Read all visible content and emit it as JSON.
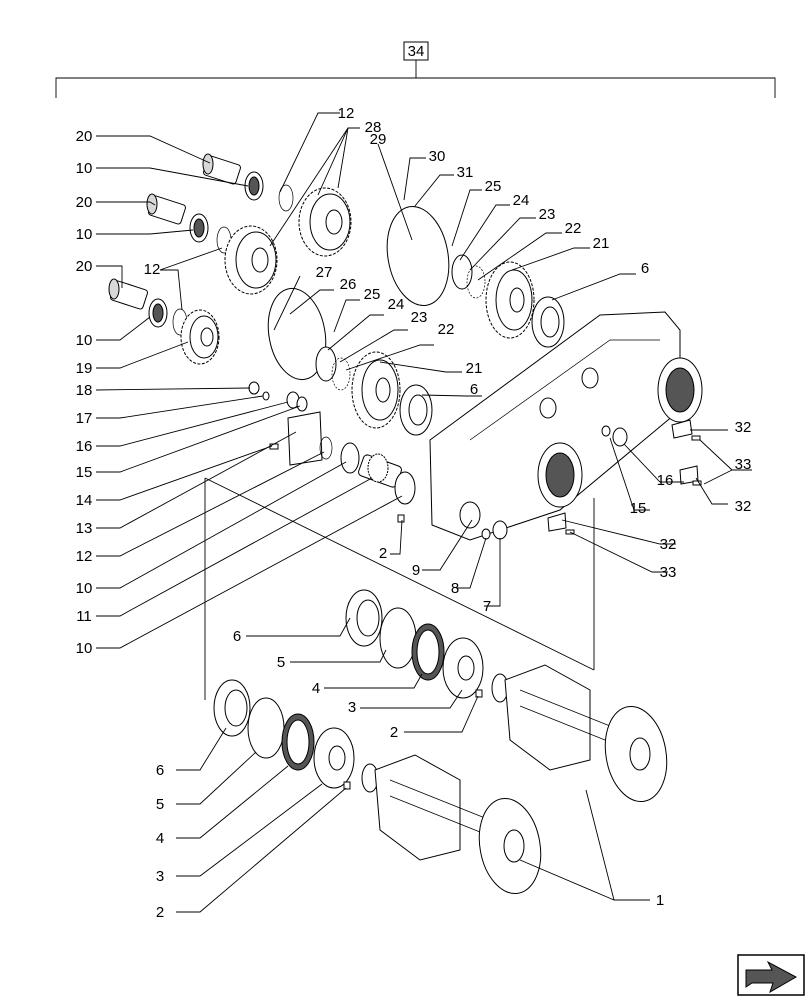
{
  "assembly_label": "34",
  "callouts": {
    "c20a": "20",
    "c10a": "10",
    "c20b": "20",
    "c10b": "10",
    "c20c": "20",
    "c10c": "10",
    "c19": "19",
    "c18": "18",
    "c17": "17",
    "c16a": "16",
    "c15a": "15",
    "c14": "14",
    "c13": "13",
    "c12c": "12",
    "c10d": "10",
    "c11": "11",
    "c10e": "10",
    "c12a": "12",
    "c28": "28",
    "c12b": "12",
    "c29": "29",
    "c30": "30",
    "c31": "31",
    "c25a": "25",
    "c24a": "24",
    "c23a": "23",
    "c22a": "22",
    "c21a": "21",
    "c6a": "6",
    "c27": "27",
    "c26": "26",
    "c25b": "25",
    "c24b": "24",
    "c23b": "23",
    "c22b": "22",
    "c21b": "21",
    "c6b": "6",
    "c32a": "32",
    "c33a": "33",
    "c16b": "16",
    "c32b": "32",
    "c15b": "15",
    "c32c": "32",
    "c33b": "33",
    "c2a": "2",
    "c9": "9",
    "c8": "8",
    "c7": "7",
    "c6c": "6",
    "c5a": "5",
    "c4a": "4",
    "c3a": "3",
    "c2b": "2",
    "c6d": "6",
    "c5b": "5",
    "c4b": "4",
    "c3b": "3",
    "c2c": "2",
    "c1": "1"
  },
  "icons": {
    "nav": "next-page-arrow-icon"
  }
}
